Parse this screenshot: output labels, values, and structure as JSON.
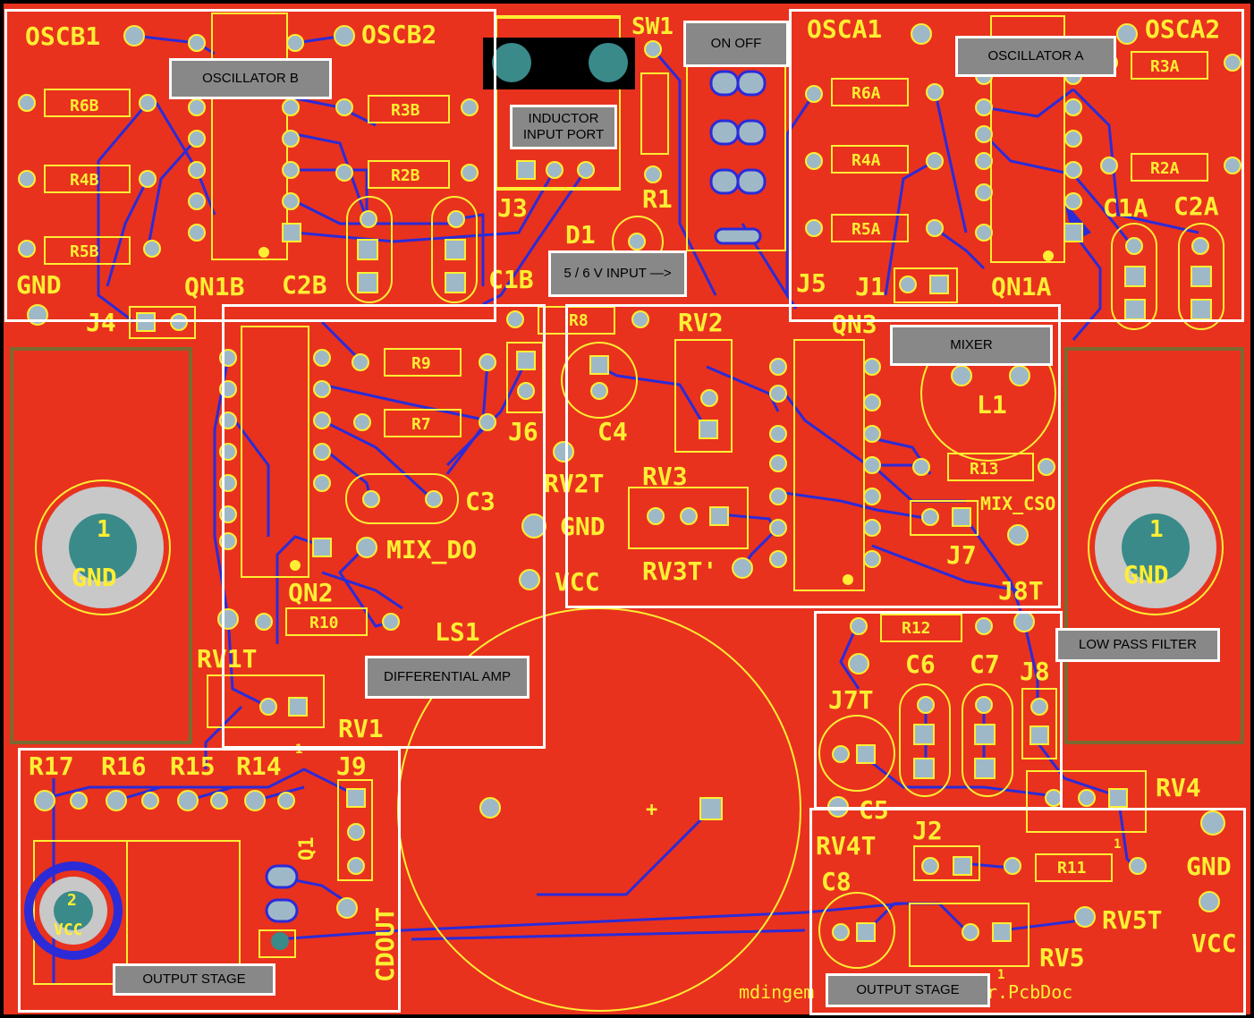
{
  "colors": {
    "board": "#e8321e",
    "trace": "#2b2bd8",
    "silk": "#ffee33",
    "pad": "#9fb8c8",
    "via": "#2b2bd8",
    "region": "#ffffff",
    "label_bg": "#888888"
  },
  "blocks": {
    "osc_b": "OSCILLATOR B",
    "inductor": "INDUCTOR INPUT PORT",
    "on_off": "ON OFF",
    "osc_a": "OSCILLATOR A",
    "input": "5 / 6 V INPUT —>",
    "mixer": "MIXER",
    "diff_amp": "DIFFERENTIAL AMP",
    "lpf": "LOW PASS FILTER",
    "out1": "OUTPUT STAGE",
    "out2": "OUTPUT STAGE"
  },
  "silk": {
    "oscb1": "OSCB1",
    "oscb2": "OSCB2",
    "osca1": "OSCA1",
    "osca2": "OSCA2",
    "sw1": "SW1",
    "r6b": "R6B",
    "r4b": "R4B",
    "r5b": "R5B",
    "r3b": "R3B",
    "r2b": "R2B",
    "r6a": "R6A",
    "r4a": "R4A",
    "r5a": "R5A",
    "r3a": "R3A",
    "r2a": "R2A",
    "gnd_tl": "GND",
    "qn1b": "QN1B",
    "c2b": "C2B",
    "c1b": "C1B",
    "j3": "J3",
    "d1": "D1",
    "r1": "R1",
    "c1a": "C1A",
    "c2a": "C2A",
    "j5": "J5",
    "j1": "J1",
    "qn1a": "QN1A",
    "qn3": "QN3",
    "j4": "J4",
    "r9": "R9",
    "r7": "R7",
    "j6": "J6",
    "c3": "C3",
    "mix_do": "MIX_DO",
    "qn2": "QN2",
    "r10": "R10",
    "ls1": "LS1",
    "rv1t": "RV1T",
    "rv1": "RV1",
    "r8": "R8",
    "rv2": "RV2",
    "c4": "C4",
    "rv2t": "RV2T",
    "gnd_mid": "GND",
    "vcc_mid": "VCC",
    "rv3": "RV3",
    "rv3t": "RV3T'",
    "l1": "L1",
    "r13": "R13",
    "mix_cso": "MIX_CSO",
    "j7": "J7",
    "j8t": "J8T",
    "mh_left_num": "1",
    "mh_left": "GND",
    "mh_right_num": "1",
    "mh_right": "GND",
    "r12": "R12",
    "c6": "C6",
    "c7": "C7",
    "j8": "J8",
    "j7t": "J7T",
    "c5": "C5",
    "rv4": "RV4",
    "rv4t": "RV4T",
    "j2": "J2",
    "r11": "R11",
    "gnd_br": "GND",
    "c8": "C8",
    "rv5t": "RV5T",
    "vcc_br": "VCC",
    "rv5": "RV5",
    "r17": "R17",
    "r16": "R16",
    "r15": "R15",
    "r14": "R14",
    "j9": "J9",
    "q1": "Q1",
    "cdout": "CDOUT",
    "mh_bl_num": "2",
    "mh_bl": "VCC",
    "plus": "+",
    "pin1a": "1",
    "pin1b": "1",
    "pin1c": "1",
    "footer": "mdingem         5 Metal Detector.PcbDoc"
  }
}
